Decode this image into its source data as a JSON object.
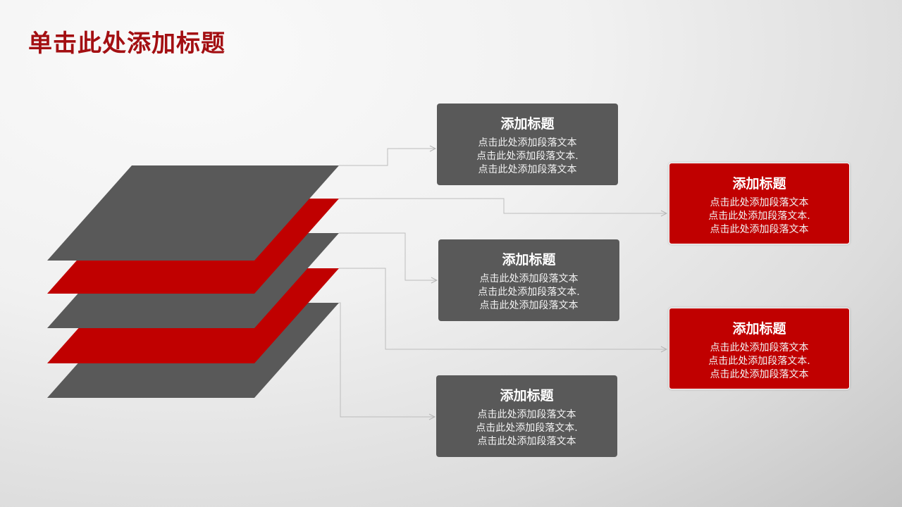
{
  "title": "单击此处添加标题",
  "colors": {
    "accent": "#c00000",
    "gray": "#595959",
    "title": "#a30f12"
  },
  "boxes": [
    {
      "heading": "添加标题",
      "lines": [
        "点击此处添加段落文本",
        "点击此处添加段落文本.",
        "点击此处添加段落文本"
      ]
    },
    {
      "heading": "添加标题",
      "lines": [
        "点击此处添加段落文本",
        "点击此处添加段落文本.",
        "点击此处添加段落文本"
      ]
    },
    {
      "heading": "添加标题",
      "lines": [
        "点击此处添加段落文本",
        "点击此处添加段落文本.",
        "点击此处添加段落文本"
      ]
    },
    {
      "heading": "添加标题",
      "lines": [
        "点击此处添加段落文本",
        "点击此处添加段落文本.",
        "点击此处添加段落文本"
      ]
    },
    {
      "heading": "添加标题",
      "lines": [
        "点击此处添加段落文本",
        "点击此处添加段落文本.",
        "点击此处添加段落文本"
      ]
    }
  ]
}
